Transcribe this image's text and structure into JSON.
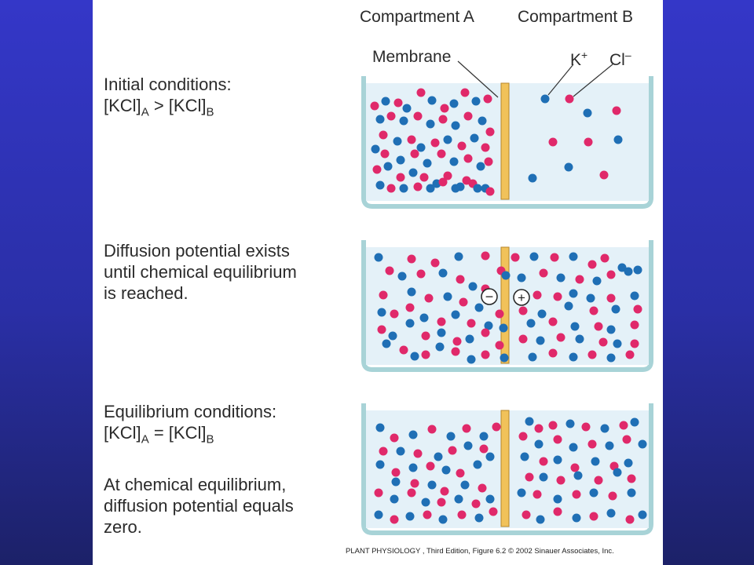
{
  "headers": {
    "compartment_a": "Compartment A",
    "compartment_b": "Compartment B"
  },
  "labels": {
    "membrane": "Membrane",
    "k_ion": "K",
    "k_sup": "+",
    "cl_ion": "Cl",
    "cl_sup": "–",
    "minus_sign": "−",
    "plus_sign": "+"
  },
  "panels": [
    {
      "line1": "Initial conditions:",
      "line2_a": "[KCl]",
      "line2_sub_a": "A",
      "line2_op": " > ",
      "line2_b": "[KCl]",
      "line2_sub_b": "B"
    },
    {
      "line1": "Diffusion potential exists",
      "line2": "until chemical equilibrium",
      "line3": "is reached."
    },
    {
      "line1": "Equilibrium conditions:",
      "line2_a": "[KCl]",
      "line2_sub_a": "A",
      "line2_op": " = ",
      "line2_b": "[KCl]",
      "line2_sub_b": "B",
      "note1": "At chemical equilibrium,",
      "note2": "diffusion potential equals",
      "note3": "zero."
    }
  ],
  "credit": "PLANT PHYSIOLOGY , Third Edition, Figure 6.2  © 2002 Sinauer Associates, Inc.",
  "colors": {
    "k_ion": "#1f6fb5",
    "cl_ion": "#e0296a",
    "water": "#e4f1f8",
    "tank_border": "#a8d3d7",
    "membrane": "#f1c25a",
    "membrane_edge": "#b8862a",
    "background": "#2f33b8"
  }
}
